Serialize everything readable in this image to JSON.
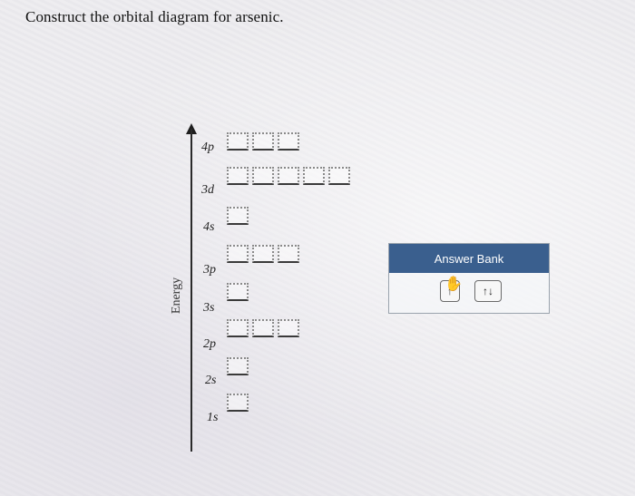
{
  "question": {
    "text": "Construct the orbital diagram for arsenic."
  },
  "diagram": {
    "energy_label": "Energy",
    "levels": [
      {
        "label": "4p",
        "boxes": 3
      },
      {
        "label": "3d",
        "boxes": 5
      },
      {
        "label": "4s",
        "boxes": 1
      },
      {
        "label": "3p",
        "boxes": 3
      },
      {
        "label": "3s",
        "boxes": 1
      },
      {
        "label": "2p",
        "boxes": 3
      },
      {
        "label": "2s",
        "boxes": 1
      },
      {
        "label": "1s",
        "boxes": 1
      }
    ]
  },
  "answer_bank": {
    "title": "Answer Bank",
    "tiles": [
      {
        "label": "↑"
      },
      {
        "label": "↑↓"
      }
    ],
    "cursor_icon": "hand-pointer-icon"
  }
}
